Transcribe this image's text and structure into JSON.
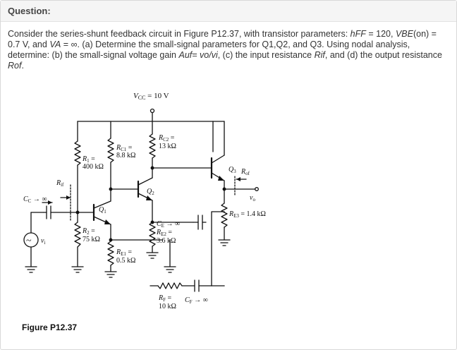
{
  "header": {
    "title": "Question:"
  },
  "question": {
    "p1": "Consider the series-shunt feedback circuit in Figure P12.37, with transistor parameters: ",
    "hfe": "hFF",
    "p2": " = 120, ",
    "vbe": "VBE",
    "p3": "(on) = 0.7 V, and ",
    "va": "VA",
    "p4": " = ∞. (a) Determine the small-signal parameters for Q1,Q2, and Q3. Using nodal analysis, determine: (b) the small-signal voltage gain ",
    "auf": "Auf= vo/vi",
    "p5": ", (c) the input resistance ",
    "rif": "Rif",
    "p6": ", and (d) the output resistance ",
    "rof": "Rof",
    "p7": "."
  },
  "figure": {
    "caption": "Figure P12.37",
    "labels": {
      "vcc": "V",
      "vcc_sub": "CC",
      "vcc_val": " = 10 V",
      "rc2_a": "R",
      "rc2_sub": "C2",
      "rc2_eq": " =",
      "rc2_val": "13 kΩ",
      "rc1_a": "R",
      "rc1_sub": "C1",
      "rc1_eq": " =",
      "rc1_val": "8.8 kΩ",
      "r1_a": "R",
      "r1_sub": "1",
      "r1_eq": " =",
      "r1_val": "400 kΩ",
      "r2_a": "R",
      "r2_sub": "2",
      "r2_eq": " =",
      "r2_val": "75 kΩ",
      "re1_a": "R",
      "re1_sub": "E1",
      "re1_eq": " =",
      "re1_val": "0.5 kΩ",
      "re2_a": "R",
      "re2_sub": "E2",
      "re2_eq": " =",
      "re2_val": "3.6 kΩ",
      "re3_a": "R",
      "re3_sub": "E3",
      "re3_val": " = 1.4 kΩ",
      "rf_a": "R",
      "rf_sub": "F",
      "rf_eq": " =",
      "rf_val": "10 kΩ",
      "ce_a": "C",
      "ce_sub": "E",
      "ce_val": " → ∞",
      "cf_a": "C",
      "cf_sub": "F",
      "cf_val": " → ∞",
      "cc_a": "C",
      "cc_sub": "C",
      "cc_val": " → ∞",
      "q1": "Q",
      "q1_sub": "1",
      "q2": "Q",
      "q2_sub": "2",
      "q3": "Q",
      "q3_sub": "3",
      "rif_a": "R",
      "rif_sub": "if",
      "rof_a": "R",
      "rof_sub": "of",
      "vi": "v",
      "vi_sub": "i",
      "vo": "v",
      "vo_sub": "o"
    }
  }
}
